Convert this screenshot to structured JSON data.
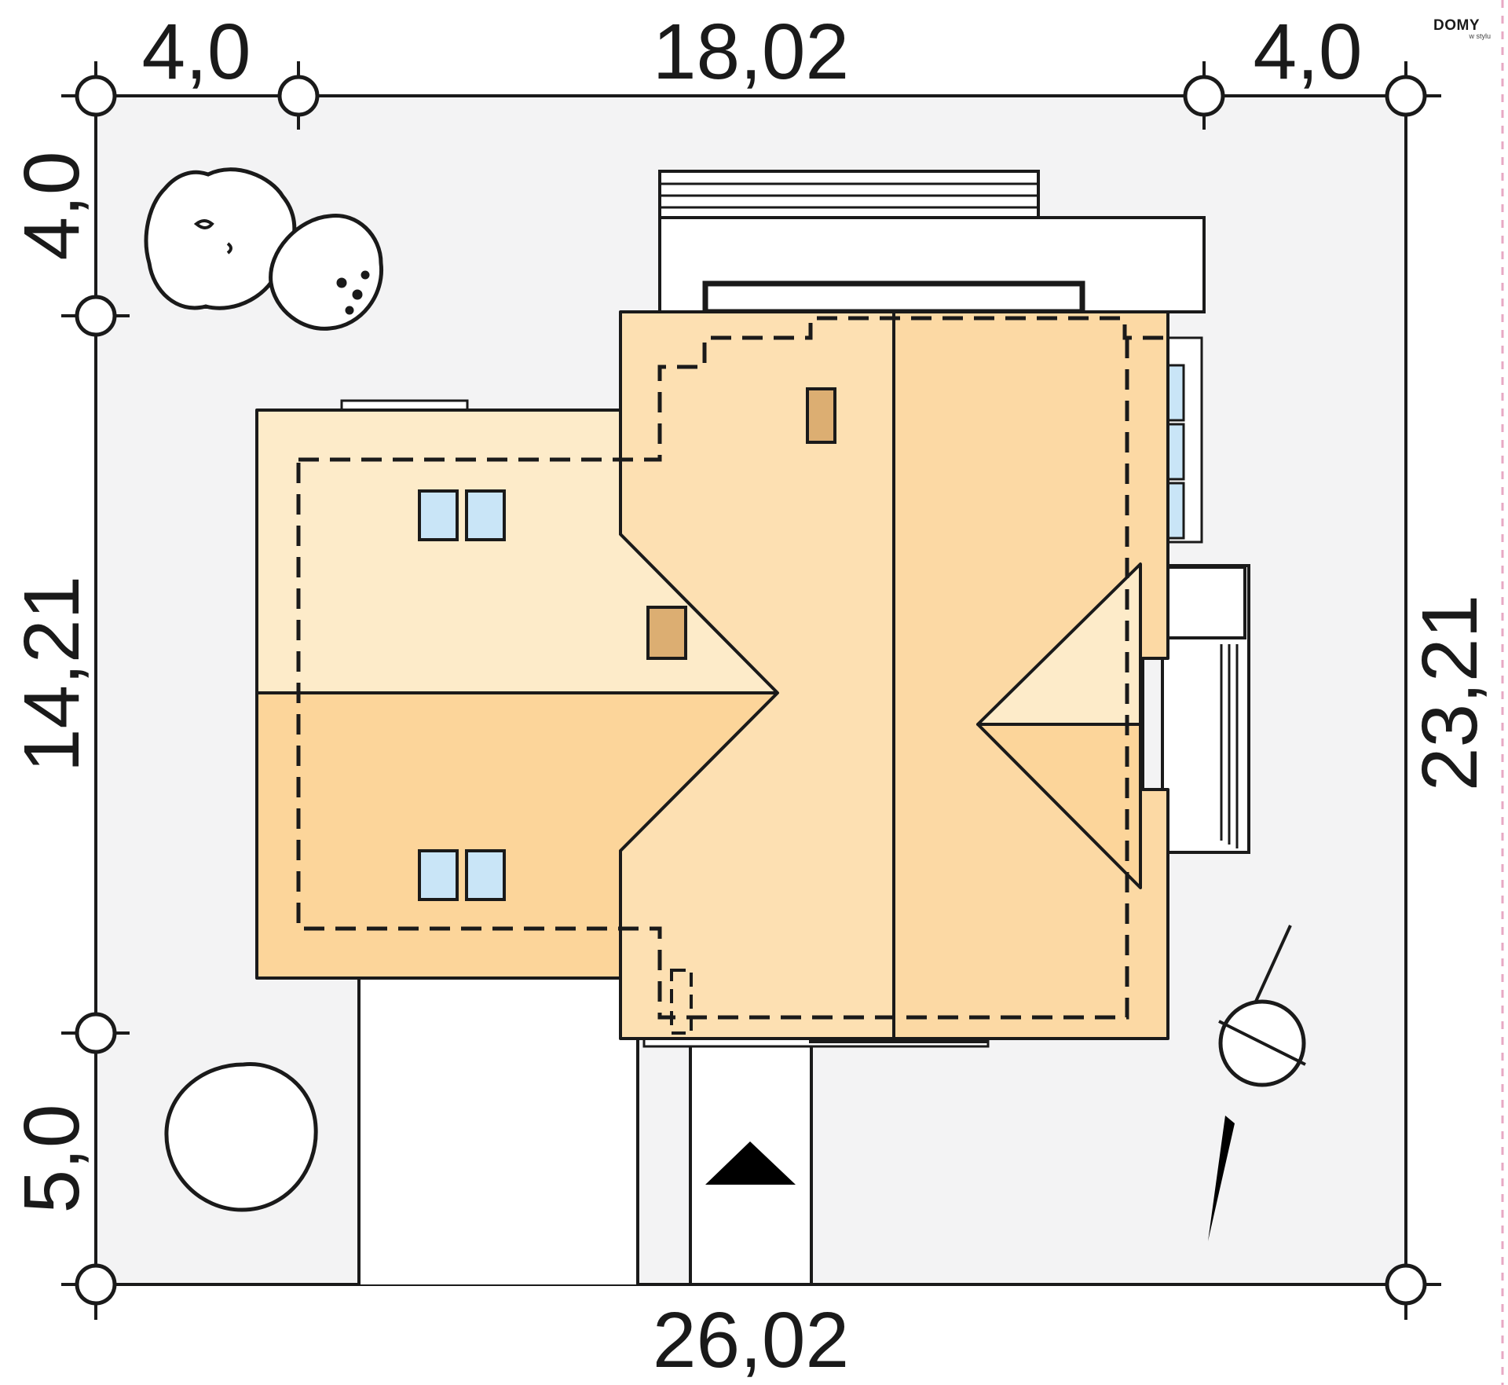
{
  "plan": {
    "dimensions": {
      "top_left": "4,0",
      "top_middle": "18,02",
      "top_right": "4,0",
      "left_upper": "4,0",
      "left_middle": "14,21",
      "left_lower": "5,0",
      "right": "23,21",
      "bottom": "26,02"
    },
    "colors": {
      "plot_fill": "#f3f3f4",
      "roof_light": "#fdebc9",
      "roof_mid": "#fde0b2",
      "roof_dark": "#fcd59a",
      "window": "#c9e5f7",
      "chimney": "#dcae72",
      "line": "#1a1a1a"
    }
  },
  "brand": {
    "name": "DOMY",
    "sub": "w stylu"
  }
}
